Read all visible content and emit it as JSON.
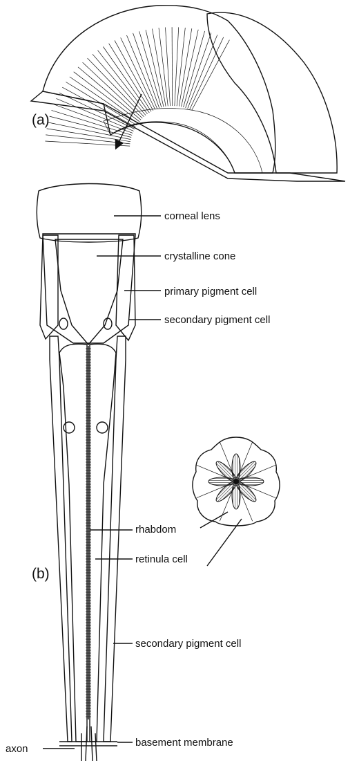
{
  "panels": {
    "a": "(a)",
    "b": "(b)"
  },
  "labels": {
    "corneal_lens": "corneal lens",
    "crystalline_cone": "crystalline cone",
    "primary_pigment_cell": "primary pigment cell",
    "secondary_pigment_cell_upper": "secondary pigment cell",
    "rhabdom": "rhabdom",
    "retinula_cell": "retinula cell",
    "secondary_pigment_cell_lower": "secondary pigment cell",
    "basement_membrane": "basement membrane",
    "axon": "axon"
  }
}
